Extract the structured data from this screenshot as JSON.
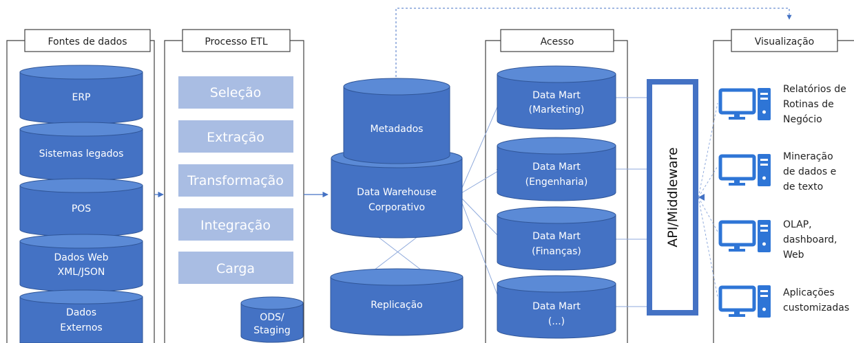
{
  "columns": {
    "sources": "Fontes de dados",
    "etl": "Processo ETL",
    "access": "Acesso",
    "visualization": "Visualização"
  },
  "colors": {
    "cylinder_body": "#4472c4",
    "cylinder_top": "#5b8ad6",
    "cylinder_edge": "#2f5597",
    "etl_box": "#a9bde3",
    "line": "#8faadc",
    "icon": "#2e75d6"
  },
  "sources": [
    {
      "line1": "ERP",
      "line2": ""
    },
    {
      "line1": "Sistemas legados",
      "line2": ""
    },
    {
      "line1": "POS",
      "line2": ""
    },
    {
      "line1": "Dados Web",
      "line2": "XML/JSON"
    },
    {
      "line1": "Dados",
      "line2": "Externos"
    }
  ],
  "etl_steps": [
    "Seleção",
    "Extração",
    "Transformação",
    "Integração",
    "Carga"
  ],
  "staging": {
    "line1": "ODS/",
    "line2": "Staging"
  },
  "warehouse": {
    "metadata": "Metadados",
    "core_line1": "Data Warehouse",
    "core_line2": "Corporativo",
    "replication": "Replicação"
  },
  "data_marts": [
    {
      "line1": "Data Mart",
      "line2": "(Marketing)"
    },
    {
      "line1": "Data Mart",
      "line2": "(Engenharia)"
    },
    {
      "line1": "Data Mart",
      "line2": "(Finanças)"
    },
    {
      "line1": "Data Mart",
      "line2": "(...)"
    }
  ],
  "api": "API/Middleware",
  "visualizations": [
    {
      "lines": [
        "Relatórios de",
        "Rotinas de",
        "Negócio"
      ],
      "icon": "desktop-computer-icon"
    },
    {
      "lines": [
        "Mineração",
        "de dados e",
        "de texto"
      ],
      "icon": "desktop-computer-icon"
    },
    {
      "lines": [
        "OLAP,",
        "dashboard,",
        "Web"
      ],
      "icon": "desktop-computer-icon"
    },
    {
      "lines": [
        "Aplicações",
        "customizadas"
      ],
      "icon": "desktop-computer-icon"
    }
  ]
}
